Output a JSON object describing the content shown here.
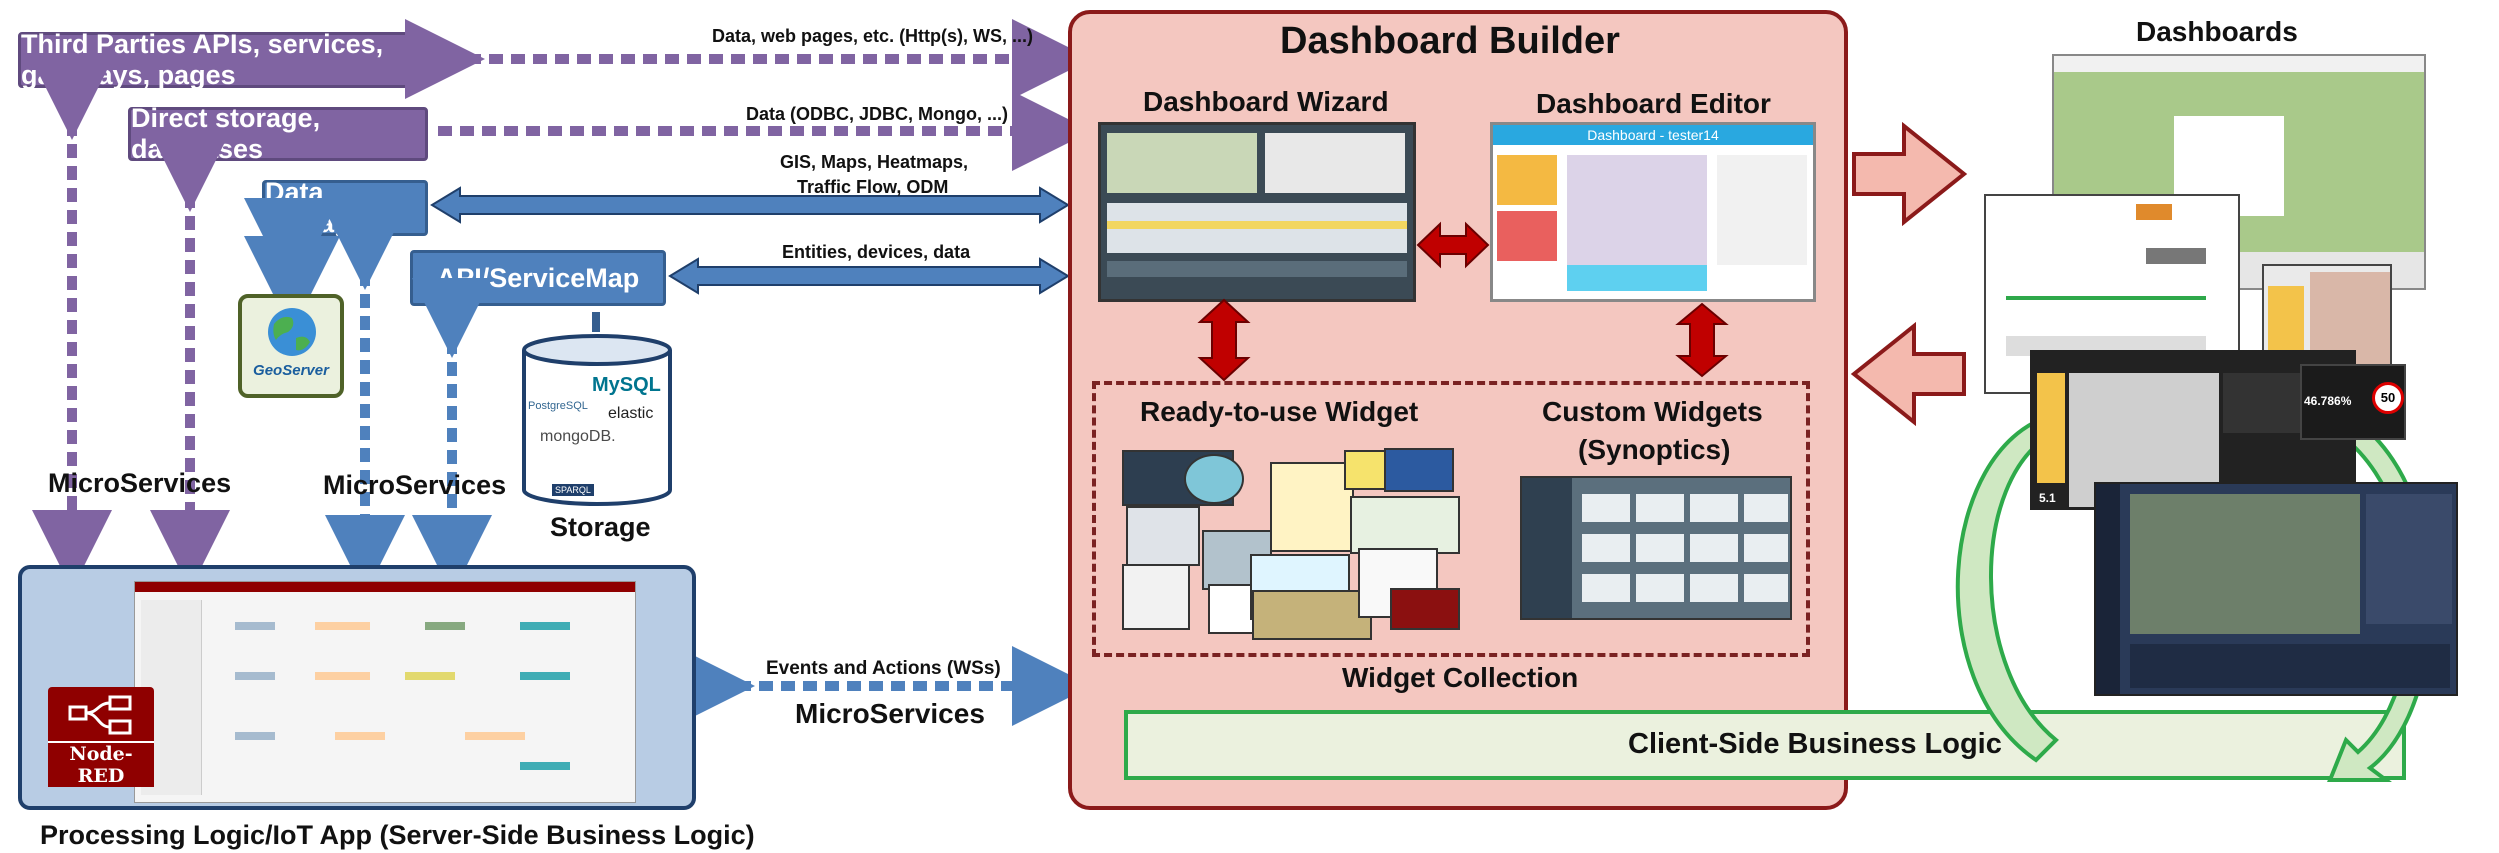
{
  "left": {
    "third_parties": "Third Parties APIs, services, gateways, pages",
    "direct_storage": "Direct storage, databases",
    "data_manager": "Data Manager",
    "api_servicemap": "API/ServiceMap",
    "geoserver": "GeoServer",
    "storage_label": "Storage",
    "storage_logos": [
      "PostgreSQL",
      "MySQL",
      "elastic",
      "mongoDB.",
      "SPARQL"
    ],
    "microservices_1": "MicroServices",
    "microservices_2": "MicroServices",
    "processing_label": "Processing Logic/IoT App (Server-Side Business Logic)",
    "nodered": "Node-RED"
  },
  "connectors": {
    "data_web": "Data, web pages, etc. (Http(s), WS, ...)",
    "data_odbc": "Data (ODBC, JDBC, Mongo, ...)",
    "gis": "GIS, Maps, Heatmaps,",
    "gis2": "Traffic Flow, ODM",
    "entities": "Entities, devices, data",
    "events": "Events and Actions (WSs)",
    "microservices": "MicroServices"
  },
  "builder": {
    "title": "Dashboard Builder",
    "wizard": "Dashboard Wizard",
    "editor": "Dashboard Editor",
    "editor_screen_title": "Dashboard - tester14",
    "ready_widget": "Ready-to-use Widget",
    "custom_widgets": "Custom Widgets",
    "synoptics": "(Synoptics)",
    "widget_collection": "Widget Collection"
  },
  "right": {
    "dashboards": "Dashboards",
    "client_logic": "Client-Side Business Logic",
    "gauge_value": "50",
    "percent_value": "46.786%",
    "small_value": "5.1"
  },
  "colors": {
    "purple": "#8064a2",
    "blue": "#4f81bd",
    "builder_bg": "#f4c7c0",
    "builder_border": "#8b1a1a",
    "dark_red": "#c00000",
    "green": "#2eaa4a",
    "client_bg": "#ebf1de"
  }
}
